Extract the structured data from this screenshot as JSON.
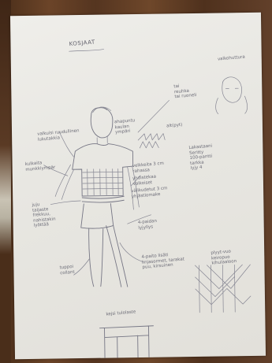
{
  "sheet": {
    "title": "KOSJAAT",
    "notes": {
      "hair": "tai\nreuhka\ntai ruoneli",
      "vest": "valkohuttura",
      "ears": "ahapuntu\nkaulan\nympäri",
      "sleeves": "valkuisi ruudullinen\nlukutakkia",
      "left_arm": "kulkaita\nmunkkiympär",
      "hand": "alt(pyt)",
      "waist_left": "juju\ntaijaste\nfrekkuu,\nnahistakin\nlyöttää",
      "waist_right": "yhdistekaa\nvalkoiset",
      "sash": "velkkeita 3 cm\nrahassa",
      "belt": "välikudetut 3 cm\nyhjästlomake",
      "apron": "4-paidan\nlyjyllys",
      "materials": "Lakastaani\nSeritty\n100-pantti\ntarkka\nlyjy 4",
      "legs_left": "tuppoi\ncollant",
      "legs_right": "4-paito lisäti\nlinjasormet, tarakat\npuu, kirsuinen",
      "pattern": "plyyt-vuo\nkeiropuo\nkihulaaloon",
      "kneel": "kejsi tulolaste"
    }
  }
}
